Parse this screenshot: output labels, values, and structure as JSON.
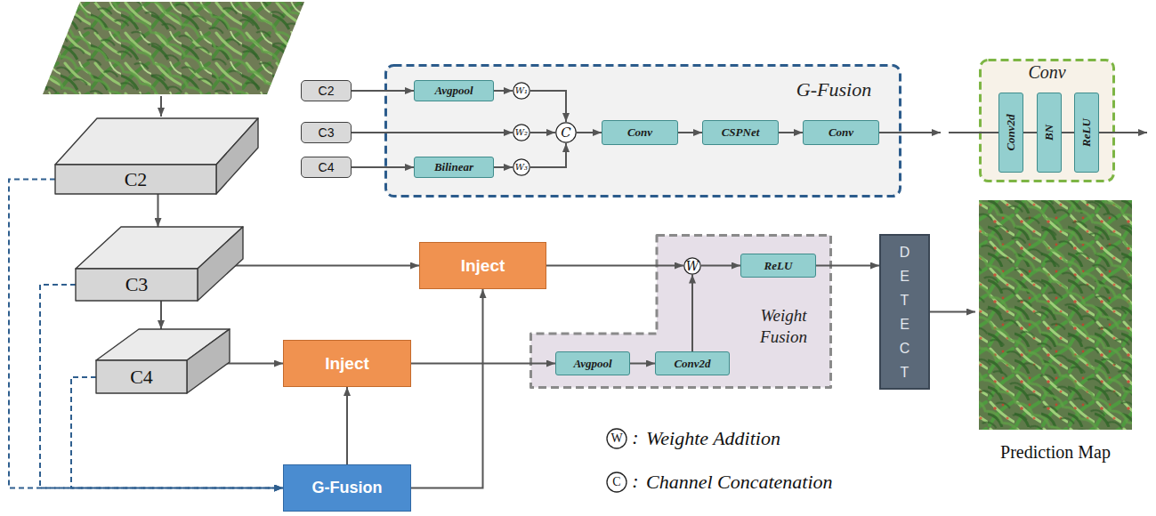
{
  "diagram": {
    "nodes": [
      {
        "text": [
          "C2"
        ]
      },
      {
        "text": [
          "C3"
        ]
      },
      {
        "text": [
          "C4"
        ]
      },
      {
        "text": [
          "G-Fusion"
        ]
      },
      {
        "text": [
          "Avgpool"
        ],
        "in": 3
      },
      {
        "text": [
          "Bilinear"
        ],
        "in": 3
      },
      {
        "text": [
          "W₁"
        ],
        "in": 3
      },
      {
        "text": [
          "W₂"
        ],
        "in": 3
      },
      {
        "text": [
          "W₃"
        ],
        "in": 3
      },
      {
        "text": [
          "C"
        ],
        "in": 3
      },
      {
        "text": [
          "Conv"
        ],
        "in": 3
      },
      {
        "text": [
          "CSPNet"
        ],
        "in": 3
      },
      {
        "text": [
          "Conv"
        ],
        "in": 3
      },
      {
        "text": [
          "Conv"
        ]
      },
      {
        "text": [
          "Conv2d"
        ],
        "in": 13
      },
      {
        "text": [
          "BN"
        ],
        "in": 13
      },
      {
        "text": [
          "ReLU"
        ],
        "in": 13
      },
      {
        "text": [
          "C2"
        ]
      },
      {
        "text": [
          "C3"
        ]
      },
      {
        "text": [
          "C4"
        ]
      },
      {
        "text": [
          "Inject"
        ]
      },
      {
        "text": [
          "Inject"
        ]
      },
      {
        "text": [
          "Weight Fusion"
        ]
      },
      {
        "text": [
          "Avgpool"
        ],
        "in": 22
      },
      {
        "text": [
          "Conv2d"
        ],
        "in": 22
      },
      {
        "text": [
          "W"
        ],
        "in": 22
      },
      {
        "text": [
          "ReLU"
        ],
        "in": 22
      },
      {
        "text": [
          "DETECT"
        ]
      },
      {
        "text": [
          "G-Fusion"
        ]
      }
    ],
    "edges": [
      {
        "from": 0,
        "to": 4,
        "arrow": "to"
      },
      {
        "from": 1,
        "to": 7,
        "arrow": "to"
      },
      {
        "from": 2,
        "to": 5,
        "arrow": "to"
      },
      {
        "from": 4,
        "to": 6,
        "arrow": "to"
      },
      {
        "from": 5,
        "to": 8,
        "arrow": "to"
      },
      {
        "from": 6,
        "to": 9,
        "arrow": "to"
      },
      {
        "from": 7,
        "to": 9,
        "arrow": "to"
      },
      {
        "from": 8,
        "to": 9,
        "arrow": "to"
      },
      {
        "from": 9,
        "to": 10,
        "arrow": "to"
      },
      {
        "from": 10,
        "to": 11,
        "arrow": "to"
      },
      {
        "from": 11,
        "to": 12,
        "arrow": "to"
      },
      {
        "from": 14,
        "to": 15,
        "arrow": "none"
      },
      {
        "from": 15,
        "to": 16,
        "arrow": "none"
      },
      {
        "from": 17,
        "to": 18,
        "arrow": "to"
      },
      {
        "from": 18,
        "to": 19,
        "arrow": "to"
      },
      {
        "from": 18,
        "to": 20,
        "arrow": "to"
      },
      {
        "from": 19,
        "to": 21,
        "arrow": "to"
      },
      {
        "from": 28,
        "to": 21,
        "arrow": "to"
      },
      {
        "from": 28,
        "to": 20,
        "arrow": "to"
      },
      {
        "from": 17,
        "to": 28,
        "arrow": "to"
      },
      {
        "from": 18,
        "to": 28,
        "arrow": "to"
      },
      {
        "from": 19,
        "to": 28,
        "arrow": "to"
      },
      {
        "from": 20,
        "to": 25,
        "arrow": "to"
      },
      {
        "from": 21,
        "to": 23,
        "arrow": "to"
      },
      {
        "from": 23,
        "to": 24,
        "arrow": "to"
      },
      {
        "from": 24,
        "to": 25,
        "arrow": "to"
      },
      {
        "from": 25,
        "to": 26,
        "arrow": "to"
      },
      {
        "from": 26,
        "to": 27,
        "arrow": "to"
      }
    ],
    "labels": [
      "Prediction Map",
      "W",
      ":",
      "C",
      ":"
    ],
    "legend": [
      {
        "text": "Weighte Addition"
      },
      {
        "text": "Channel Concatenation"
      }
    ]
  }
}
